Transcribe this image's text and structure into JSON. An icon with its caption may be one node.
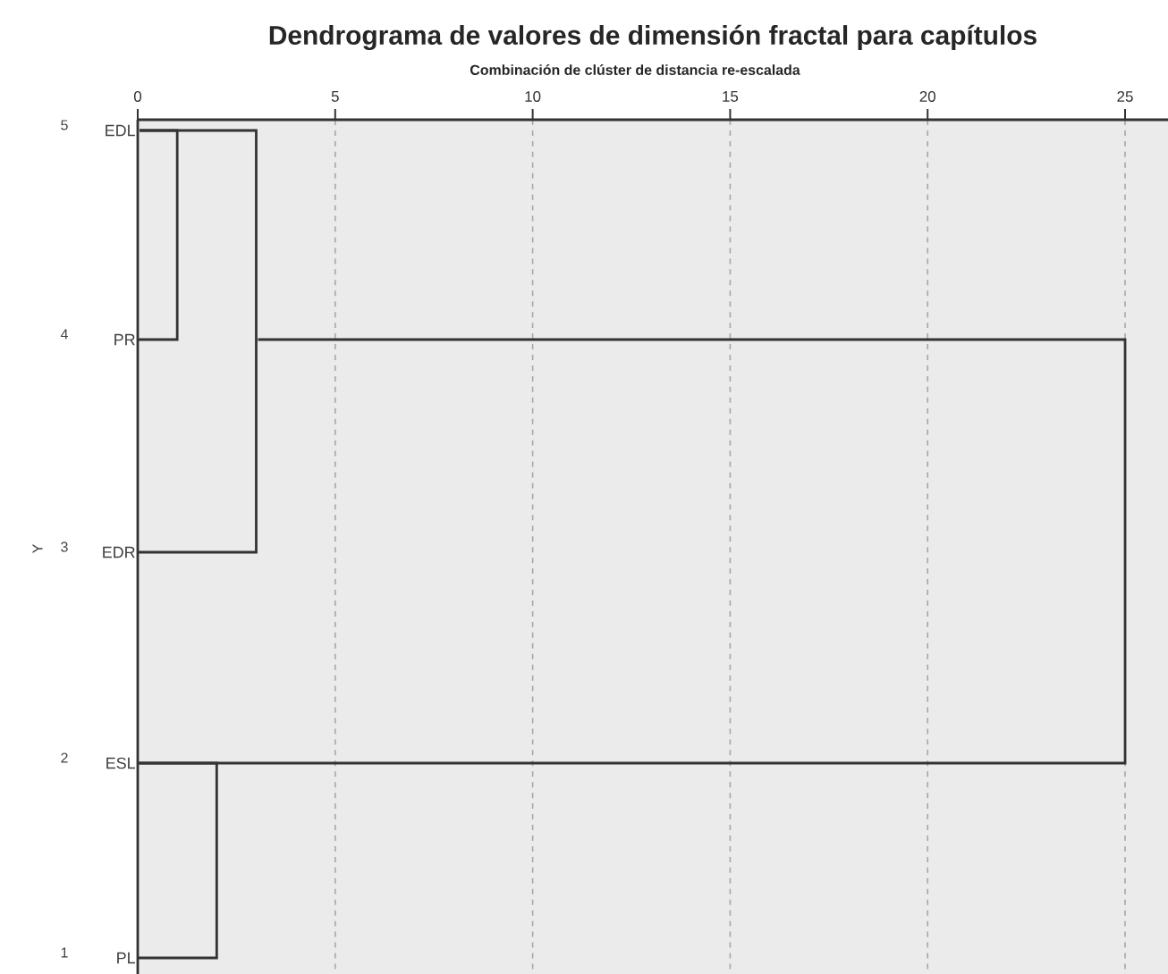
{
  "diagram": {
    "title": "Dendrograma  de valores de dimensión fractal para capítulos",
    "nodes": [
      {
        "text": [
          "EDL"
        ],
        "beside": [
          "5"
        ]
      },
      {
        "text": [
          "PR"
        ],
        "beside": [
          "4"
        ]
      },
      {
        "text": [
          "EDR"
        ],
        "beside": [
          "3"
        ]
      },
      {
        "text": [
          "ESL"
        ],
        "beside": [
          "2"
        ]
      },
      {
        "text": [
          "PL"
        ],
        "beside": [
          "1"
        ]
      }
    ],
    "edges": [
      {
        "from": 0,
        "to": 1,
        "arrow": "none"
      },
      {
        "from": 0,
        "to": 2,
        "arrow": "none"
      },
      {
        "from": 1,
        "to": 3,
        "arrow": "none"
      },
      {
        "from": 3,
        "to": 4,
        "arrow": "none"
      }
    ],
    "labels": [
      "Combinación de clúster de distancia re-escalada",
      "0",
      "5",
      "10",
      "15",
      "20",
      "25",
      "Y"
    ]
  }
}
